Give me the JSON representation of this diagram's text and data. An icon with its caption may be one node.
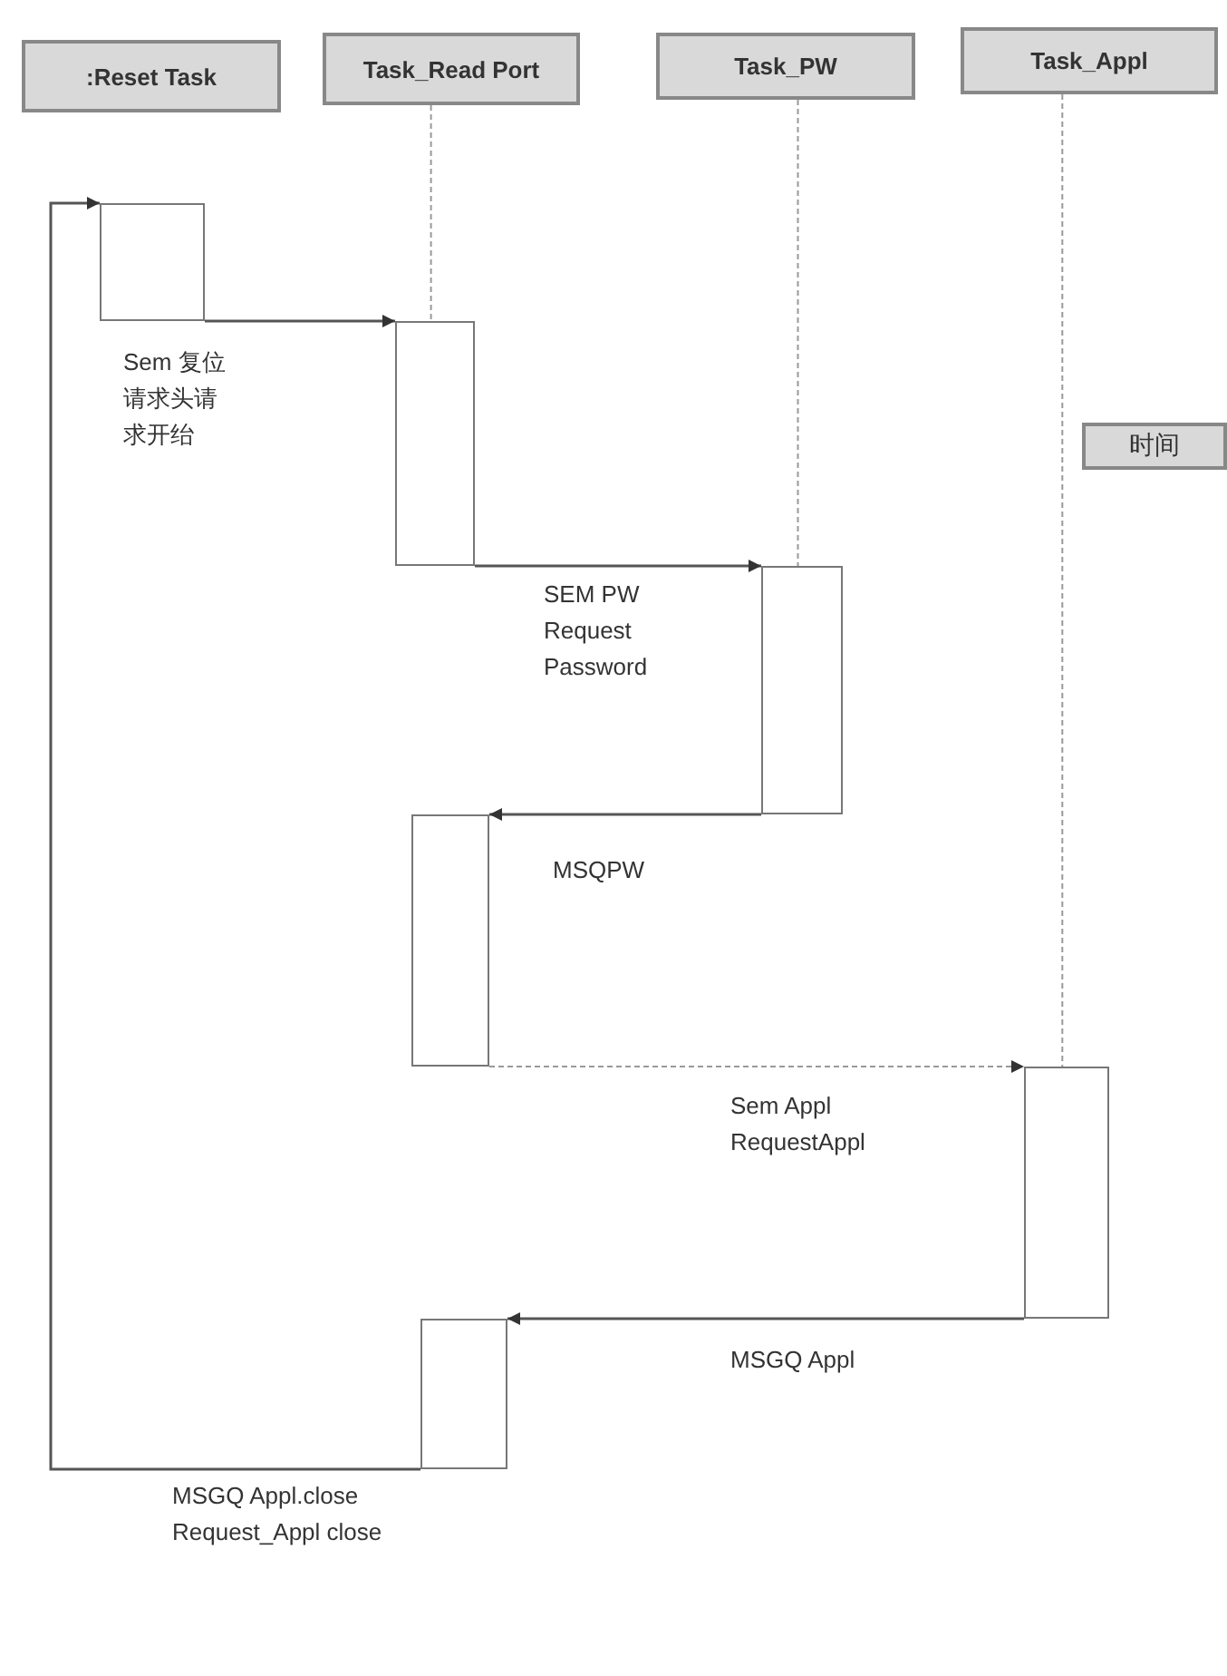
{
  "diagram": {
    "nodes": [
      {
        "text": [
          ":Reset Task"
        ]
      },
      {
        "text": [
          "Task_Read Port"
        ]
      },
      {
        "text": [
          "Task_PW"
        ]
      },
      {
        "text": [
          "Task_Appl"
        ]
      },
      {
        "text": [
          "时间"
        ]
      },
      {
        "text": [],
        "shape": "bar"
      },
      {
        "text": [],
        "shape": "bar"
      },
      {
        "text": [],
        "shape": "bar"
      },
      {
        "text": [],
        "shape": "bar"
      },
      {
        "text": [],
        "shape": "bar"
      },
      {
        "text": [],
        "shape": "bar"
      }
    ],
    "edges": [
      {
        "from": 1,
        "to": 6,
        "arrow": "none",
        "style": "dashed"
      },
      {
        "from": 2,
        "to": 7,
        "arrow": "none",
        "style": "dashed"
      },
      {
        "from": 3,
        "to": 9,
        "arrow": "none",
        "style": "dashed"
      },
      {
        "from": 5,
        "to": 6,
        "arrow": "to",
        "label": "Sem 复位请求头请求开绐"
      },
      {
        "from": 6,
        "to": 7,
        "arrow": "to",
        "label": "SEM PW Request Password"
      },
      {
        "from": 7,
        "to": 8,
        "arrow": "to",
        "label": "MSQPW"
      },
      {
        "from": 8,
        "to": 9,
        "arrow": "to",
        "style": "dashed",
        "label": "Sem Appl RequestAppl"
      },
      {
        "from": 9,
        "to": 10,
        "arrow": "to",
        "label": "MSGQ Appl"
      },
      {
        "from": 10,
        "to": 5,
        "arrow": "to",
        "label": "MSGQ Appl.close Request_Appl close"
      }
    ]
  }
}
